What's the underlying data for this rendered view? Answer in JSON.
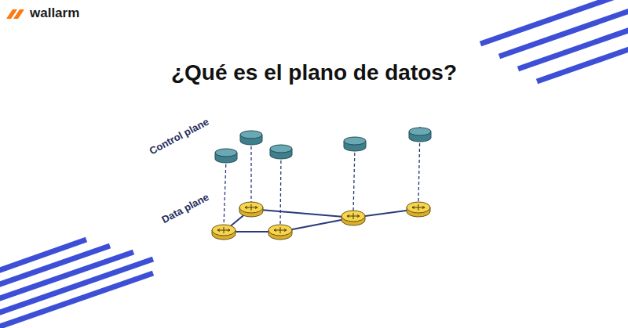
{
  "diagram": {
    "title": "¿Qué es el plano de datos?",
    "nodes": [
      {
        "text": [
          "Control plane"
        ]
      },
      {
        "text": [
          "Data plane"
        ]
      }
    ],
    "labels": [
      "wallarm"
    ]
  }
}
